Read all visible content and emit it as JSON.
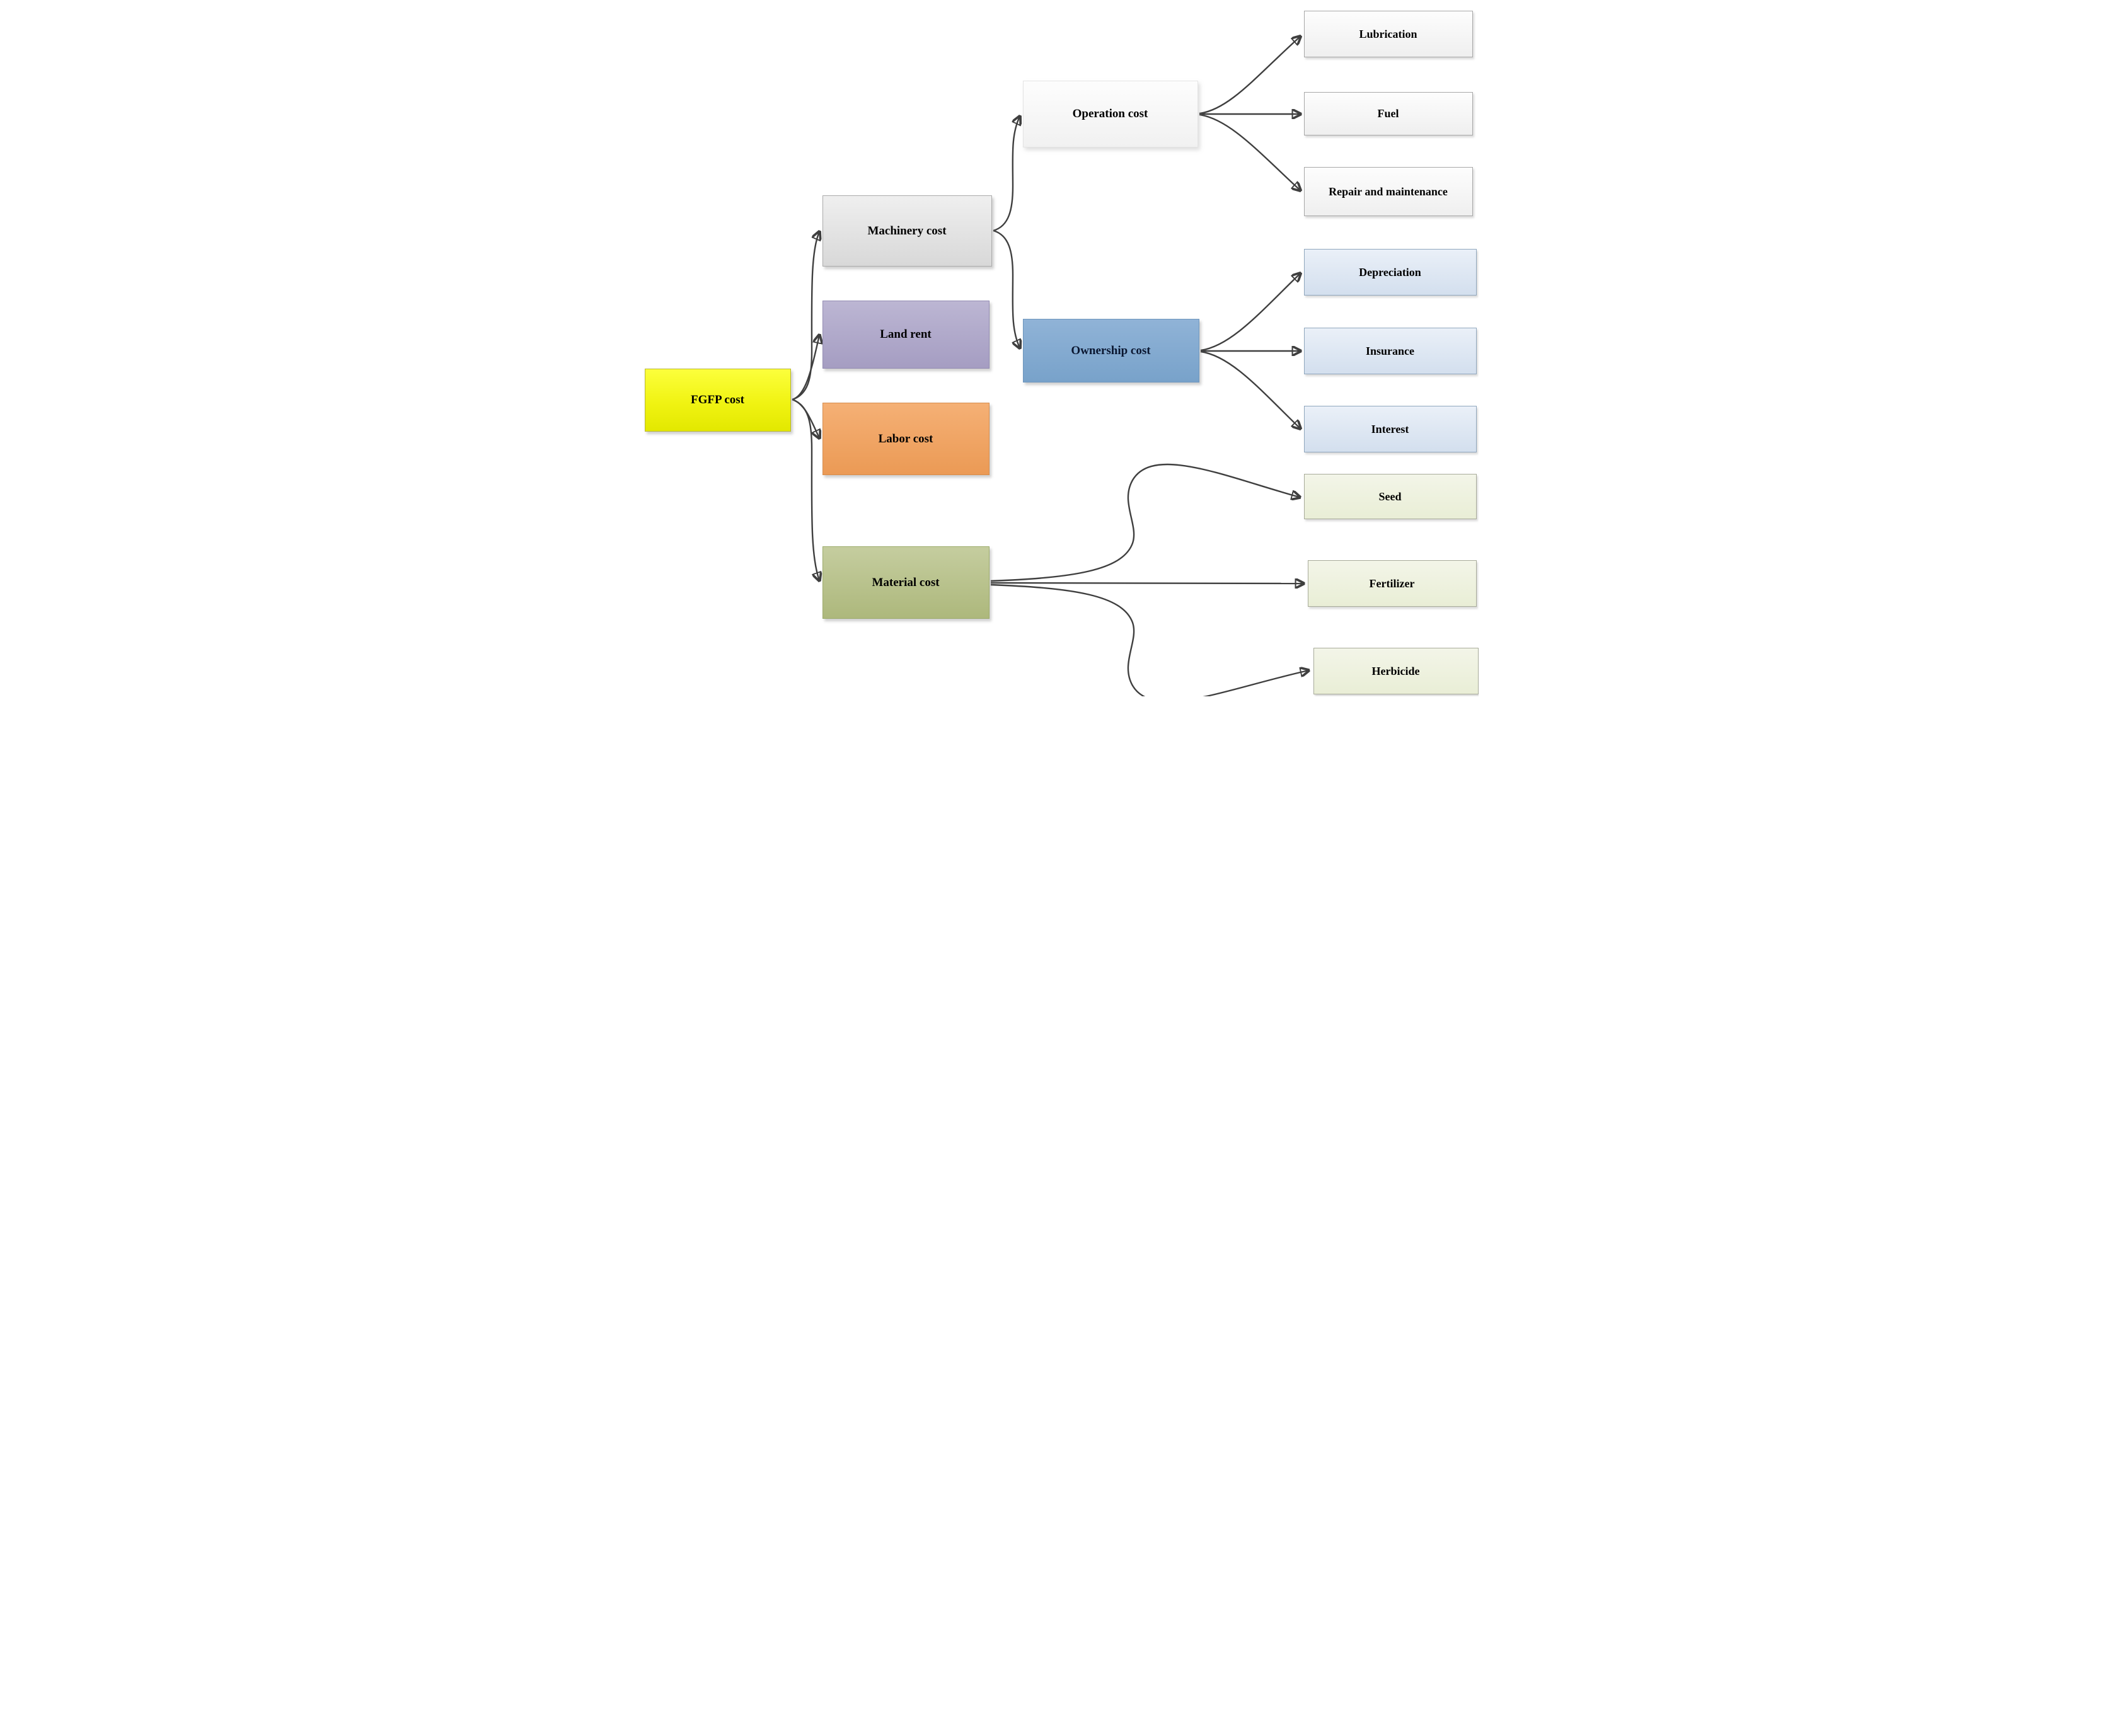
{
  "diagram": {
    "type": "flowchart",
    "description": "Hierarchical breakdown of FGFP cost",
    "root": "fgfp"
  },
  "nodes": {
    "fgfp": {
      "label": "FGFP cost",
      "fill": "#f2f523",
      "text_color": "#000000"
    },
    "machinery": {
      "label": "Machinery cost",
      "fill": "#e3e3e3",
      "text_color": "#000000"
    },
    "land_rent": {
      "label": "Land rent",
      "fill": "#b0a9ca",
      "text_color": "#000000"
    },
    "labor": {
      "label": "Labor cost",
      "fill": "#f0a668",
      "text_color": "#000000"
    },
    "material": {
      "label": "Material cost",
      "fill": "#b9c48f",
      "text_color": "#000000"
    },
    "operation": {
      "label": "Operation cost",
      "fill": "#f7f7f7",
      "text_color": "#000000"
    },
    "ownership": {
      "label": "Ownership cost",
      "fill": "#7fa5cb",
      "text_color": "#0a1630"
    },
    "lubrication": {
      "label": "Lubrication",
      "fill": "#f5f5f5",
      "text_color": "#000000"
    },
    "fuel": {
      "label": "Fuel",
      "fill": "#f5f5f5",
      "text_color": "#000000"
    },
    "repair": {
      "label": "Repair and maintenance",
      "fill": "#f5f5f5",
      "text_color": "#000000"
    },
    "depreciation": {
      "label": "Depreciation",
      "fill": "#dde7f2",
      "text_color": "#000000"
    },
    "insurance": {
      "label": "Insurance",
      "fill": "#dde7f2",
      "text_color": "#000000"
    },
    "interest": {
      "label": "Interest",
      "fill": "#dde7f2",
      "text_color": "#000000"
    },
    "seed": {
      "label": "Seed",
      "fill": "#eef1e0",
      "text_color": "#000000"
    },
    "fertilizer": {
      "label": "Fertilizer",
      "fill": "#eef1e0",
      "text_color": "#000000"
    },
    "herbicide": {
      "label": "Herbicide",
      "fill": "#eef1e0",
      "text_color": "#000000"
    }
  },
  "edges": [
    {
      "from": "fgfp",
      "to": "machinery"
    },
    {
      "from": "fgfp",
      "to": "land_rent"
    },
    {
      "from": "fgfp",
      "to": "labor"
    },
    {
      "from": "fgfp",
      "to": "material"
    },
    {
      "from": "machinery",
      "to": "operation"
    },
    {
      "from": "machinery",
      "to": "ownership"
    },
    {
      "from": "operation",
      "to": "lubrication"
    },
    {
      "from": "operation",
      "to": "fuel"
    },
    {
      "from": "operation",
      "to": "repair"
    },
    {
      "from": "ownership",
      "to": "depreciation"
    },
    {
      "from": "ownership",
      "to": "insurance"
    },
    {
      "from": "ownership",
      "to": "interest"
    },
    {
      "from": "material",
      "to": "seed"
    },
    {
      "from": "material",
      "to": "fertilizer"
    },
    {
      "from": "material",
      "to": "herbicide"
    }
  ],
  "colors": {
    "arrow": "#3f3f3f",
    "background": "#ffffff",
    "fgfp_yellow": "#f2f523",
    "machinery_gray": "#e3e3e3",
    "land_purple": "#b0a9ca",
    "labor_orange": "#f0a668",
    "material_green": "#b9c48f",
    "ownership_blue": "#7fa5cb",
    "sub_blue_light": "#dde7f2",
    "sub_white": "#f5f5f5",
    "sub_green_light": "#eef1e0"
  }
}
